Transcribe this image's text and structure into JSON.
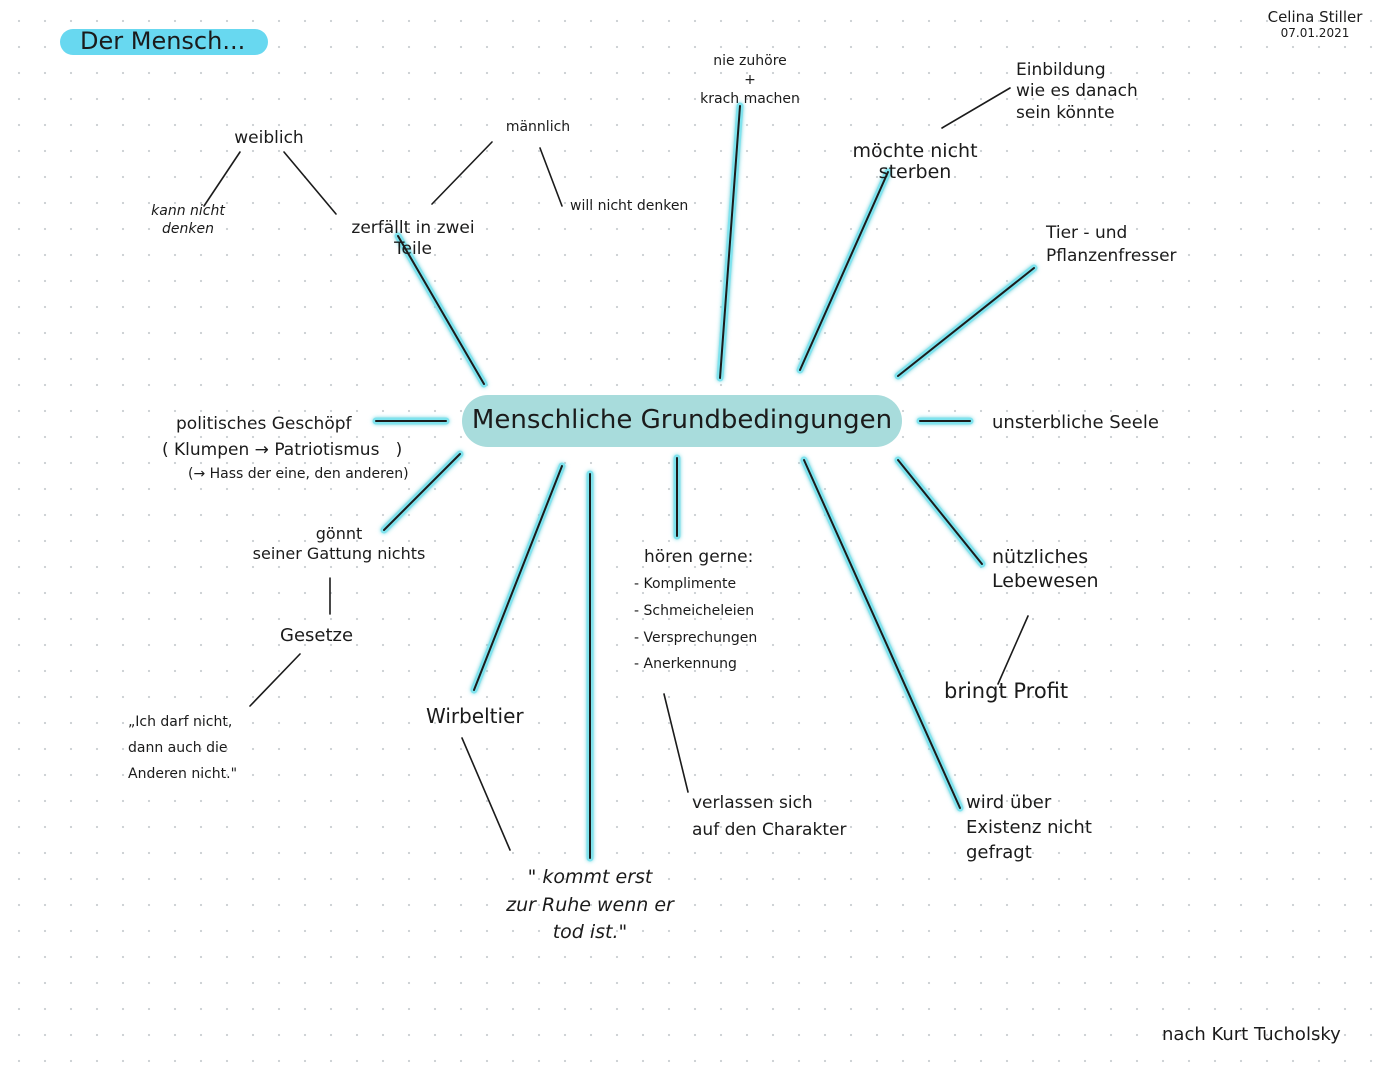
{
  "title": "Der Mensch...",
  "author": "Celina Stiller",
  "date": "07.01.2021",
  "center": "Menschliche Grundbedingungen",
  "credit": "nach Kurt Tucholsky",
  "branches": {
    "zerfaellt": "zerfällt in zwei\nTeile",
    "weiblich": "weiblich",
    "kann_nicht_denken": "kann nicht\ndenken",
    "maennlich": "männlich",
    "will_nicht_denken": "will nicht denken",
    "nie_zuhoere": "nie zuhöre\n+\nkrach machen",
    "moechte_nicht_sterben": "möchte nicht\nsterben",
    "einbildung": "Einbildung\nwie es danach\nsein könnte",
    "tier_pflanzen": "Tier - und\nPflanzenfresser",
    "unsterbliche_seele": "unsterbliche Seele",
    "politisches_line1": "politisches Geschöpf",
    "politisches_line2": "( Klumpen → Patriotismus   )",
    "politisches_line3": "(→ Hass der eine, den anderen)",
    "goennt": "gönnt\nseiner Gattung nichts",
    "gesetze": "Gesetze",
    "zitat_darf": "„Ich darf nicht,\ndann auch die\nAnderen nicht.\"",
    "wirbeltier": "Wirbeltier",
    "kommt_erst": "\" kommt erst\nzur Ruhe wenn er\ntod ist.\"",
    "hoeren_title": "hören gerne:",
    "hoeren_items": [
      "- Komplimente",
      "- Schmeicheleien",
      "- Versprechungen",
      "- Anerkennung"
    ],
    "verlassen": "verlassen sich\nauf den Charakter",
    "wird_nicht_gefragt": "wird über\nExistenz nicht\ngefragt",
    "nuetzliches": "nützliches\nLebewesen",
    "bringt_profit": "bringt Profit"
  },
  "colors": {
    "accent_glow": "#7fe3ee",
    "title_pill": "#68d8f0",
    "central_pill": "#a8dcdc",
    "ink": "#1b1b1b"
  }
}
